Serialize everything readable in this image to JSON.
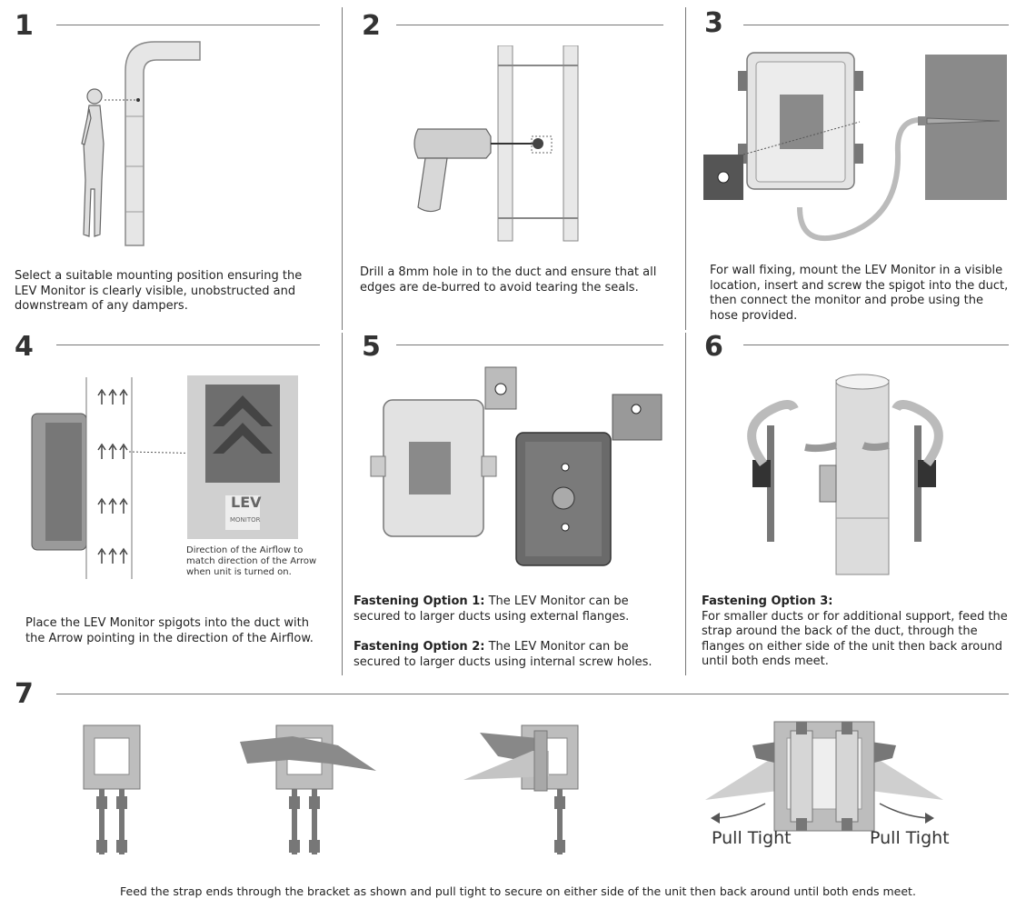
{
  "steps": [
    {
      "number": "1",
      "text": "Select a suitable mounting position ensuring the LEV Monitor is clearly visible, unobstructed and downstream of any dampers."
    },
    {
      "number": "2",
      "text": "Drill a 8mm hole in to the duct and ensure that all edges are de-burred to avoid tearing the seals."
    },
    {
      "number": "3",
      "text": "For wall fixing, mount the LEV Monitor in a visible location, insert and screw the spigot into the duct, then connect the monitor and probe using the hose provided."
    },
    {
      "number": "4",
      "text": "Place the LEV Monitor spigots into the duct with the Arrow pointing in the direction of the Airflow.",
      "note": "Direction of the Airflow to match direction of the Arrow when unit is turned on."
    },
    {
      "number": "5",
      "option1_label": "Fastening Option 1:",
      "option1_text": " The LEV Monitor can be secured to larger ducts using external flanges.",
      "option2_label": "Fastening Option 2:",
      "option2_text": " The LEV Monitor can be secured to larger ducts using internal screw holes."
    },
    {
      "number": "6",
      "option3_label": "Fastening Option 3:",
      "option3_text": "For smaller ducts or for additional support, feed the strap around the back of the duct, through the flanges on either side of the unit then back around until both ends meet."
    },
    {
      "number": "7",
      "pull_left": "Pull Tight",
      "pull_right": "Pull Tight",
      "caption": "Feed the strap ends through the bracket as shown and pull tight to secure on either side of the unit then back around until both ends meet."
    }
  ],
  "logo": {
    "brand": "LEV",
    "sub": "MONITOR"
  },
  "colors": {
    "line": "#777777",
    "device_light": "#dcdcdc",
    "device_dark": "#555555",
    "strap": "#9a9a9a"
  }
}
